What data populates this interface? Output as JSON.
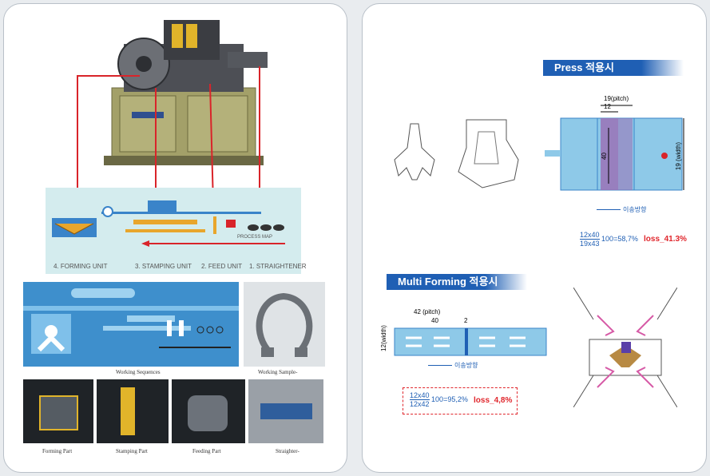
{
  "left": {
    "units": [
      "4. FORMING UNIT",
      "3. STAMPING UNIT",
      "2. FEED UNIT",
      "1. STRAIGHTENER"
    ],
    "process_map": "PROCESS MAP",
    "working_sequences": "Working Sequences",
    "working_sample": "Working Sample-",
    "parts": [
      "Forming Part",
      "Stamping Part",
      "Feeding Part",
      "Straighter-"
    ]
  },
  "press": {
    "title": "Press 적용시",
    "pitch": "19(pitch)",
    "dim12": "12",
    "dim40": "40",
    "width": "19 (width)",
    "direction": "이송방향",
    "num": "12x40",
    "den": "19x43",
    "result": "100=58,7%",
    "loss": "loss_41.3%"
  },
  "multi": {
    "title": "Multi Forming 적용시",
    "pitch": "42 (pitch)",
    "dim40": "40",
    "dim2": "2",
    "width": "12(width)",
    "direction": "이송방향",
    "num": "12x40",
    "den": "12x42",
    "result": "100=95,2%",
    "loss": "loss_4,8%"
  },
  "colors": {
    "accent": "#1f5fb4",
    "part_blue": "#8ec9e8",
    "loss_red": "#e0262c",
    "machine": "#a3a069"
  }
}
